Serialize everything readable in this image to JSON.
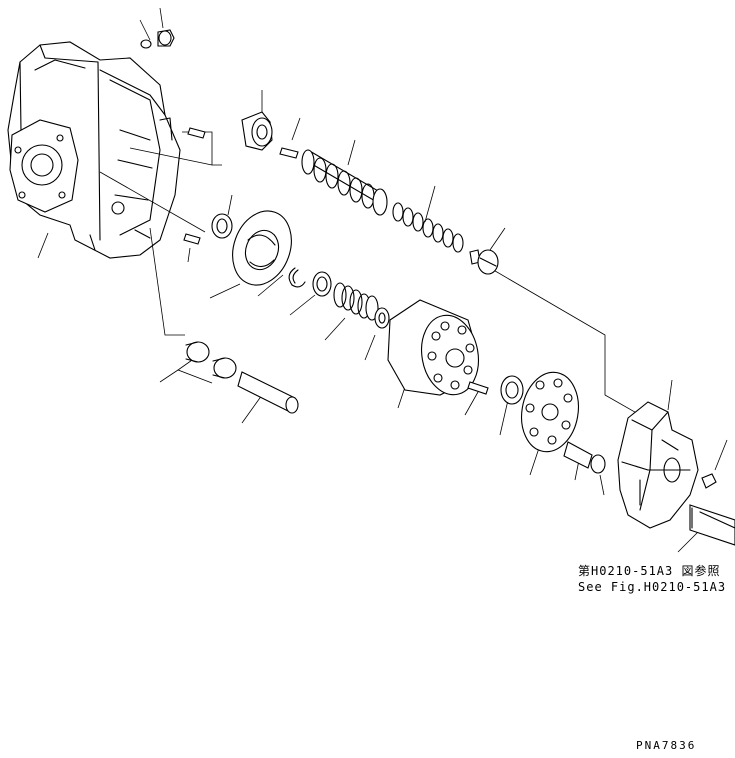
{
  "reference_note": {
    "japanese": "第H0210-51A3 図参照",
    "english": "See Fig.H0210-51A3"
  },
  "drawing_code": "PNA7836"
}
